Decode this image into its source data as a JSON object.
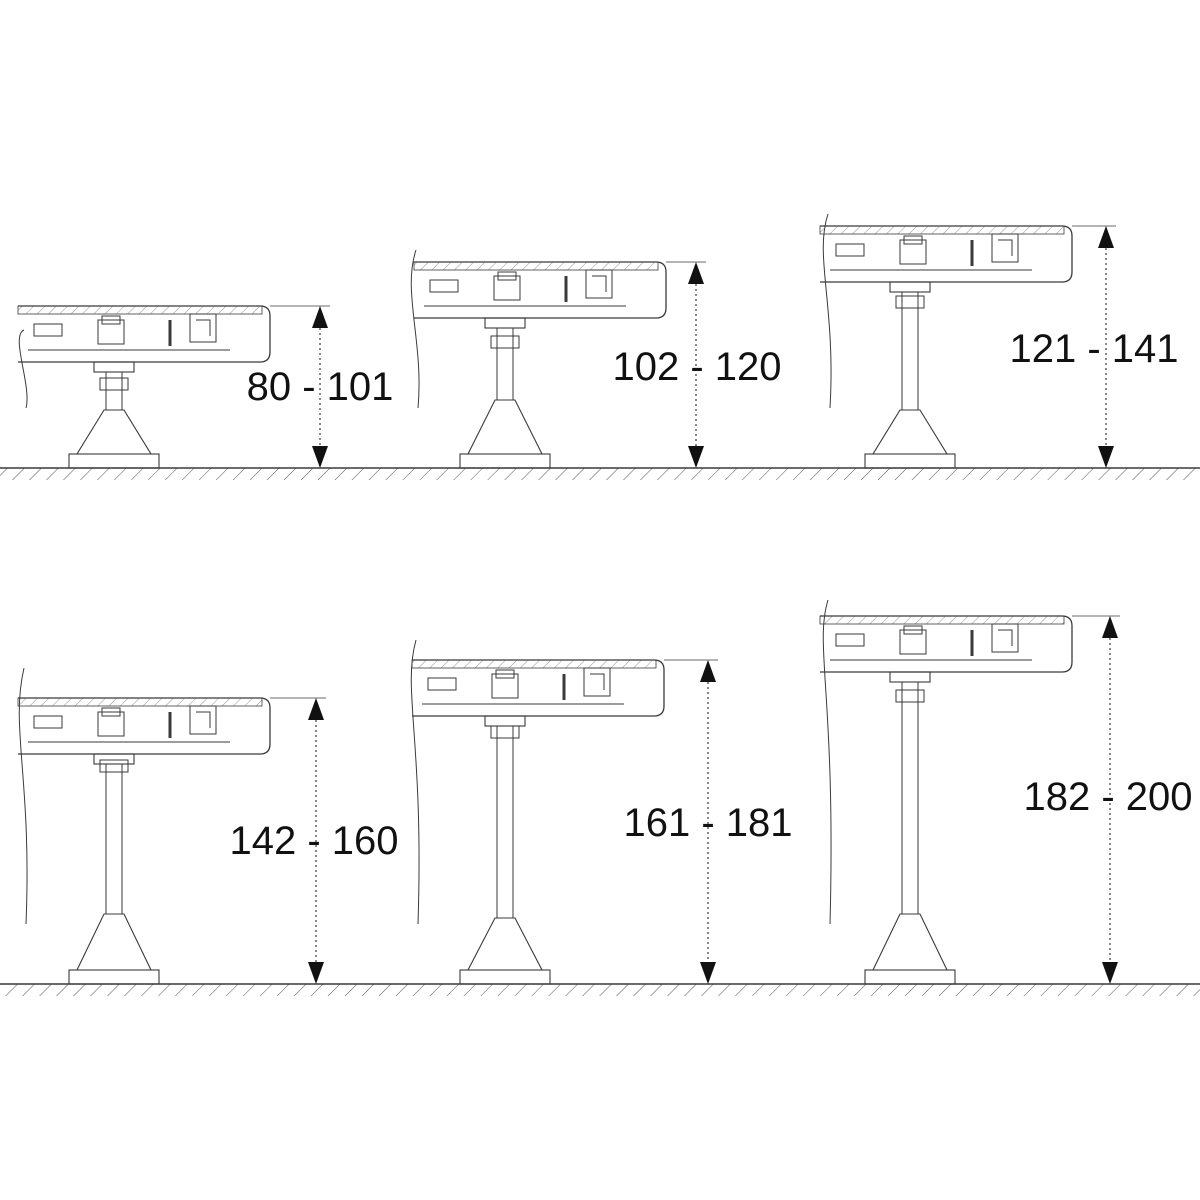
{
  "colors": {
    "line": "#3a3a3a",
    "hatch": "#555555",
    "dim": "#111111",
    "background": "#ffffff"
  },
  "rows": [
    {
      "name": "row-top",
      "items": [
        {
          "name": "foot-80-101",
          "label": "80 - 101"
        },
        {
          "name": "foot-102-120",
          "label": "102 - 120"
        },
        {
          "name": "foot-121-141",
          "label": "121 - 141"
        }
      ]
    },
    {
      "name": "row-bottom",
      "items": [
        {
          "name": "foot-142-160",
          "label": "142 - 160"
        },
        {
          "name": "foot-161-181",
          "label": "161 - 181"
        },
        {
          "name": "foot-182-200",
          "label": "182 - 200"
        }
      ]
    }
  ]
}
